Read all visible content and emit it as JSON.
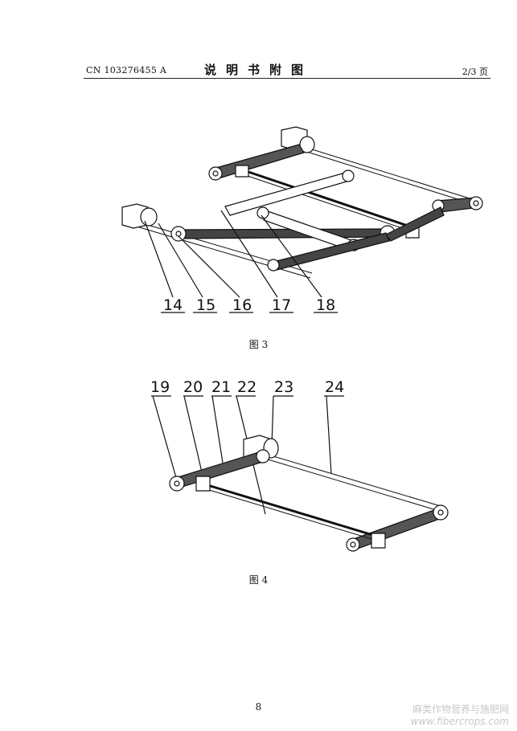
{
  "header": {
    "patent_number": "CN 103276455 A",
    "section_title": "说明书附图",
    "page_indicator": "2/3 页"
  },
  "figure3": {
    "caption": "图 3",
    "labels": [
      "14",
      "15",
      "16",
      "17",
      "18"
    ]
  },
  "figure4": {
    "caption": "图 4",
    "labels": [
      "19",
      "20",
      "21",
      "22",
      "23",
      "24"
    ]
  },
  "page_number": "8",
  "watermark": {
    "line1": "麻类作物营养与施肥网",
    "line2": "www.fibercrops.com"
  }
}
